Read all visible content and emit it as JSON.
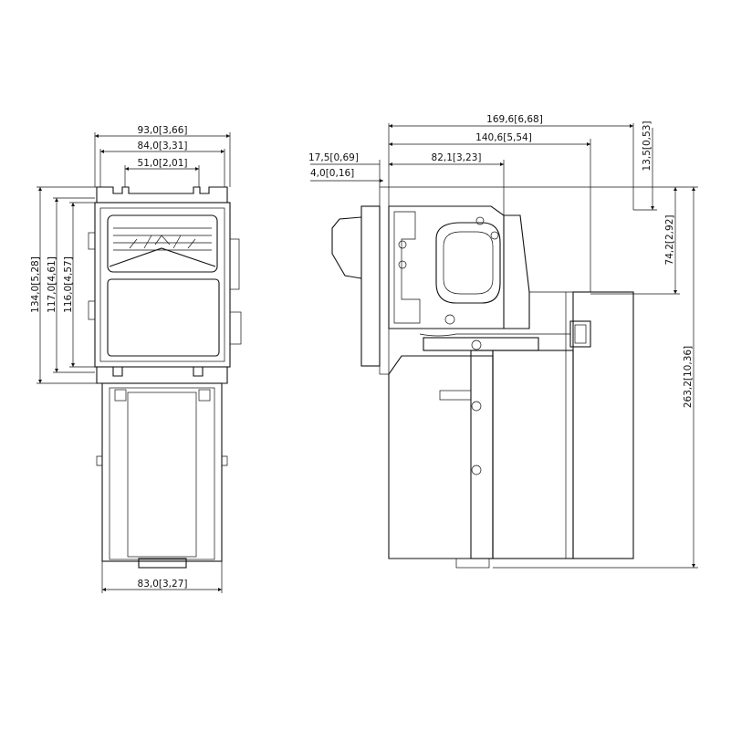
{
  "front_view": {
    "dim_top_1": "93,0[3,66]",
    "dim_top_2": "84,0[3,31]",
    "dim_top_3": "51,0[2,01]",
    "dim_left_1": "134,0[5,28]",
    "dim_left_2": "117,0[4,61]",
    "dim_left_3": "116,0[4,57]",
    "dim_bottom": "83,0[3,27]"
  },
  "side_view": {
    "dim_top_1": "169,6[6,68]",
    "dim_top_2": "140,6[5,54]",
    "dim_top_3": "82,1[3,23]",
    "dim_left_1": "17,5[0,69]",
    "dim_left_2": "4,0[0,16]",
    "dim_right_1": "13,5[0,53]",
    "dim_right_2": "74,2[2,92]",
    "dim_right_3": "263,2[10,36]"
  },
  "colors": {
    "line": "#111111",
    "background": "#ffffff"
  }
}
